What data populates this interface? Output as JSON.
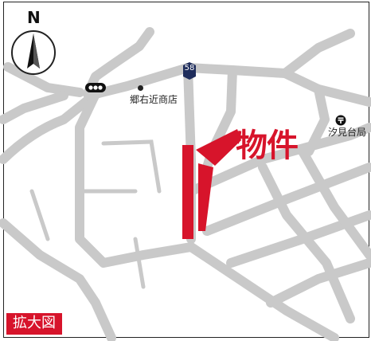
{
  "map": {
    "north_letter": "N",
    "route_number": "58",
    "shop_label": "郷右近商店",
    "post_office_label": "汐見台局",
    "property_label": "物件",
    "scale_badge": "拡大図",
    "colors": {
      "road": "#c9c9c9",
      "property": "#d7142b",
      "route_marker": "#1f2d5c",
      "text": "#222222"
    },
    "icons": [
      "north-arrow-icon",
      "route-shield-icon",
      "bus-stop-icon",
      "post-office-icon",
      "shop-marker-icon"
    ]
  }
}
